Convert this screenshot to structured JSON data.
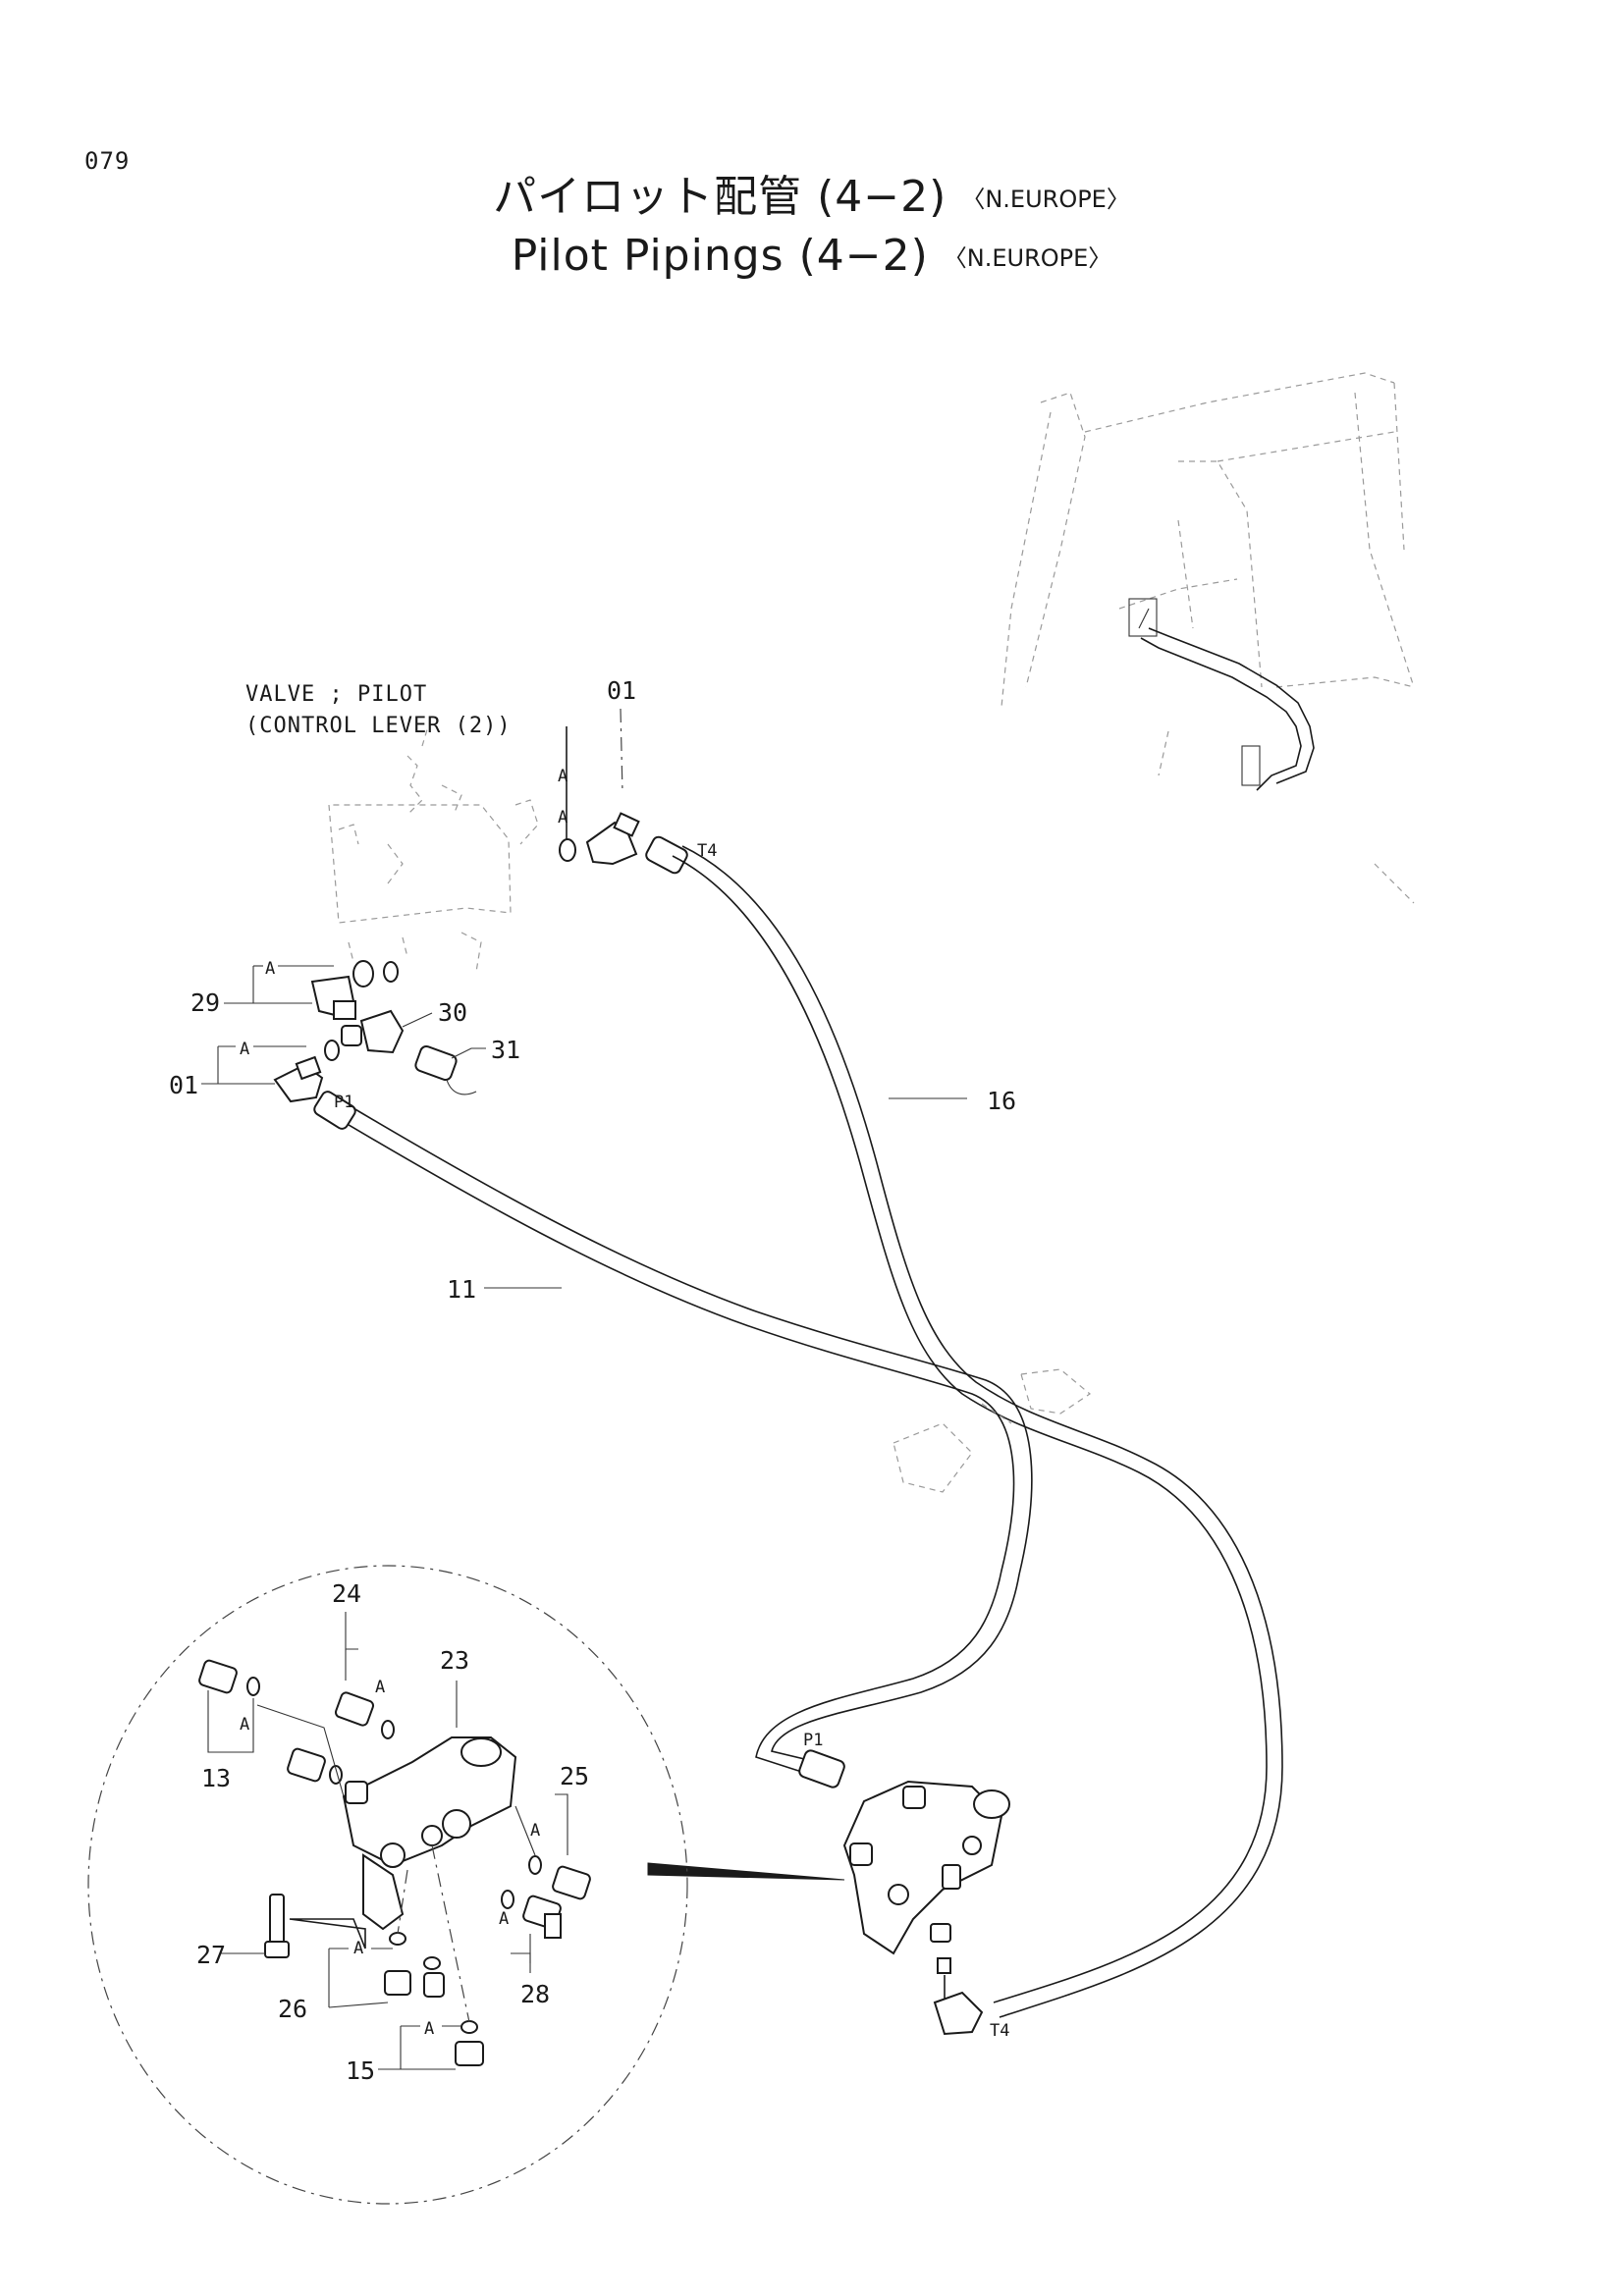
{
  "page": {
    "number": "079",
    "title_ja": "パイロット配管 (4−2)",
    "title_en": "Pilot Pipings (4−2)",
    "region": "〈N.EUROPE〉"
  },
  "diagram": {
    "caption_line1": "VALVE ; PILOT",
    "caption_line2": "(CONTROL LEVER (2))",
    "port_labels": {
      "t4_top": "T4",
      "p1_top": "P1",
      "p1_bottom": "P1",
      "t4_bottom": "T4"
    },
    "marker": "A",
    "callouts": {
      "c01_top": "01",
      "c29": "29",
      "c30": "30",
      "c31": "31",
      "c01_left": "01",
      "c16": "16",
      "c11": "11",
      "c24": "24",
      "c23": "23",
      "c13": "13",
      "c25": "25",
      "c27": "27",
      "c26": "26",
      "c28": "28",
      "c15": "15"
    }
  }
}
